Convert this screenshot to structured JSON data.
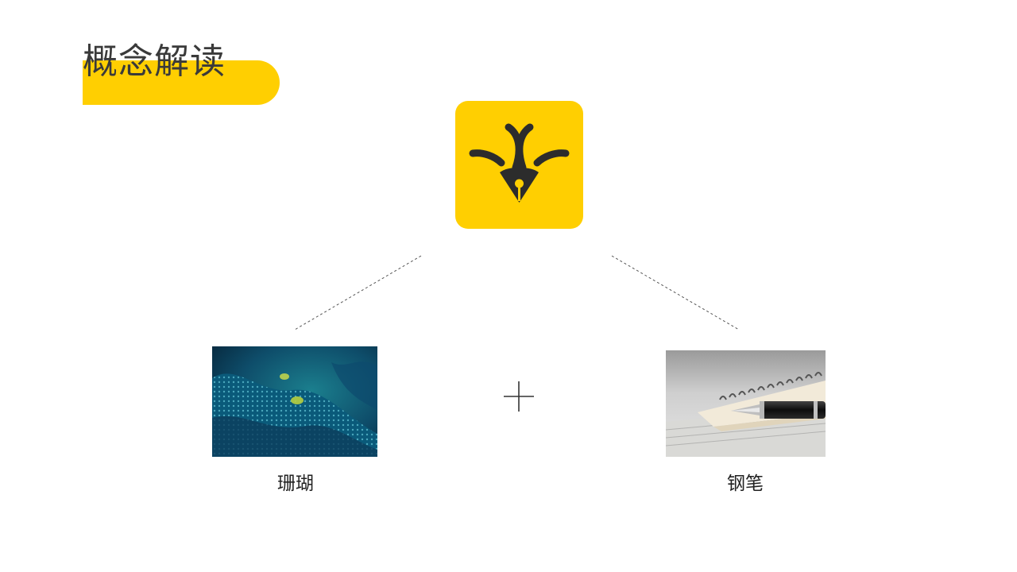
{
  "slide": {
    "title": "概念解读",
    "accent_color": "#FFCF01",
    "logo_icon": "pen-nib-antler-icon",
    "operator_icon": "plus-icon",
    "items": [
      {
        "label": "珊瑚",
        "image": "coral-photo"
      },
      {
        "label": "钢笔",
        "image": "fountain-pen-photo"
      }
    ]
  }
}
